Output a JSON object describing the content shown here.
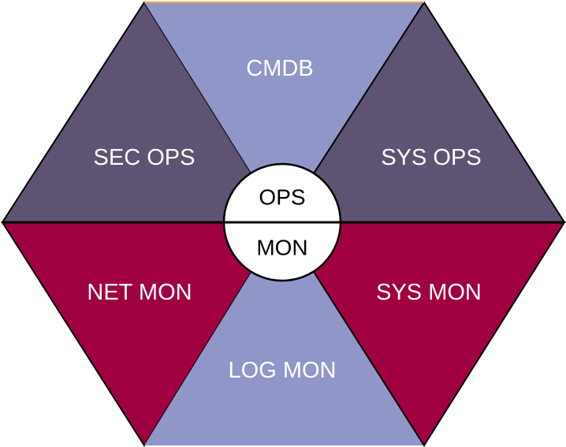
{
  "colors": {
    "purple_dark": "#5f5373",
    "lavender": "#9096c8",
    "crimson": "#a0003f",
    "hub_fill": "#ffffff",
    "outline": "#000000",
    "accent_top": "#f0a040"
  },
  "segments": {
    "cmdb": "CMDB",
    "sec_ops": "SEC OPS",
    "sys_ops": "SYS OPS",
    "net_mon": "NET MON",
    "sys_mon": "SYS MON",
    "log_mon": "LOG MON"
  },
  "hub": {
    "top": "OPS",
    "bottom": "MON"
  }
}
